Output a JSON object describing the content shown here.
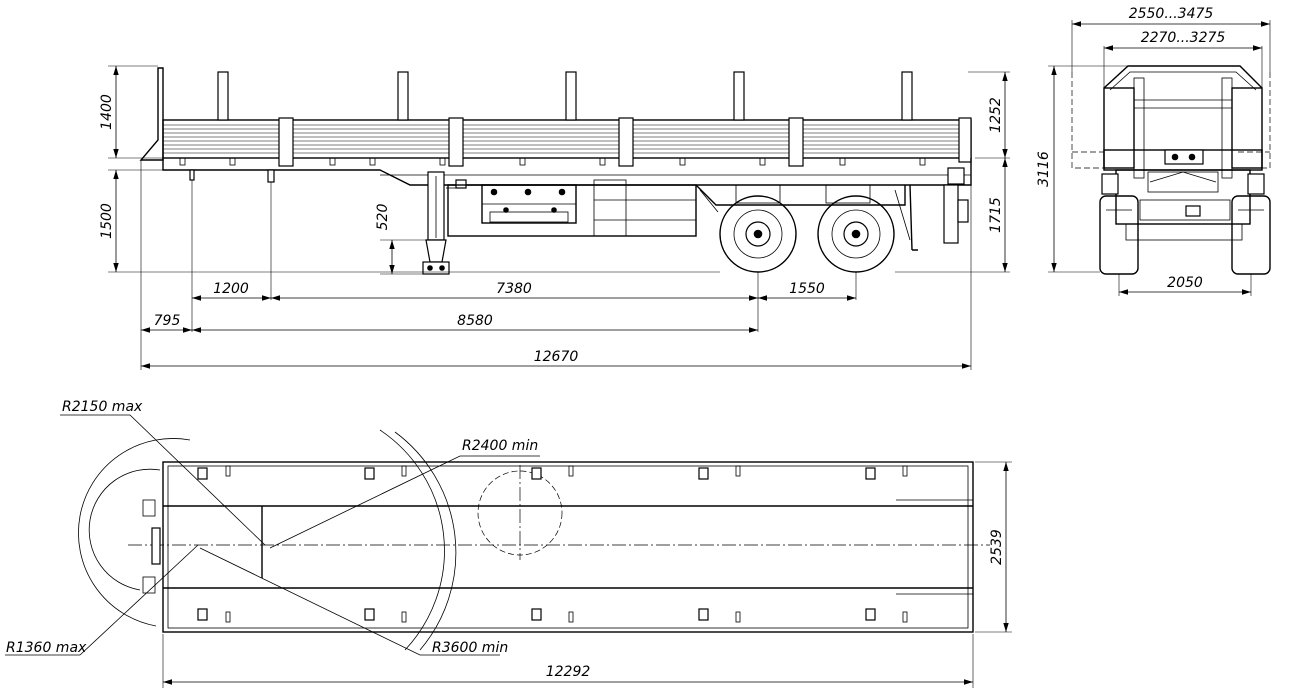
{
  "side_view": {
    "height_left_top": "1400",
    "height_left_bottom": "1500",
    "leg_height": "520",
    "height_right_top": "1252",
    "height_right_bottom": "1715",
    "dim_1200": "1200",
    "dim_7380": "7380",
    "dim_1550": "1550",
    "dim_795": "795",
    "dim_8580": "8580",
    "overall_length": "12670"
  },
  "rear_view": {
    "width_outer": "2550...3475",
    "width_inner": "2270...3275",
    "overall_height": "3116",
    "track_width": "2050"
  },
  "top_view": {
    "radius_r2150": "R2150 max",
    "radius_r2400": "R2400 min",
    "radius_r1360": "R1360 max",
    "radius_r3600": "R3600 min",
    "platform_width": "2539",
    "platform_length": "12292"
  },
  "colors": {
    "line": "#000000",
    "background": "#ffffff"
  }
}
